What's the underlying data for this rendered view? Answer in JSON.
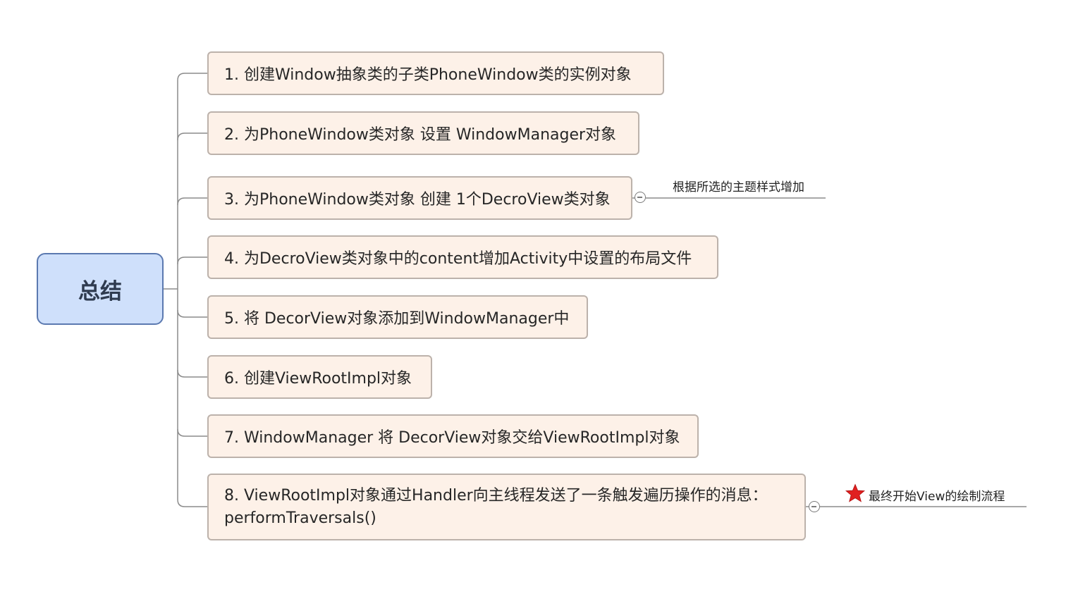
{
  "root": {
    "label": "总结"
  },
  "branches": [
    {
      "line1": "1. 创建Window抽象类的子类PhoneWindow类的实例对象"
    },
    {
      "line1": "2. 为PhoneWindow类对象 设置 WindowManager对象"
    },
    {
      "line1": "3. 为PhoneWindow类对象 创建 1个DecroView类对象"
    },
    {
      "line1": "4. 为DecroView类对象中的content增加Activity中设置的布局文件"
    },
    {
      "line1": "5. 将 DecorView对象添加到WindowManager中"
    },
    {
      "line1": "6. 创建ViewRootImpl对象"
    },
    {
      "line1": "7. WindowManager 将 DecorView对象交给ViewRootImpl对象"
    },
    {
      "line1": "8. ViewRootImpl对象通过Handler向主线程发送了一条触发遍历操作的消息：",
      "line2": "performTraversals()"
    }
  ],
  "notes": {
    "branch3": "根据所选的主题样式增加",
    "branch8": "最终开始View的绘制流程"
  },
  "icons": {
    "branch8_marker": "star-icon",
    "collapse_toggle": "collapse-minus-icon"
  },
  "colors": {
    "root_fill": "#cfe0fb",
    "root_border": "#5b79b0",
    "branch_fill": "#fdf1e8",
    "branch_border": "#bcb2ab",
    "connector": "#8c8c8c",
    "star": "#e02020"
  }
}
